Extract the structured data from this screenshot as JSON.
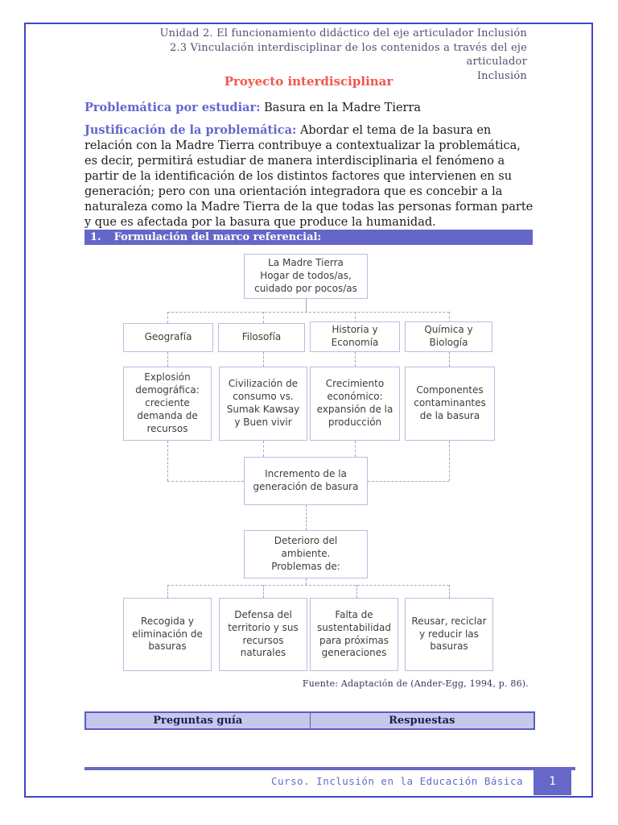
{
  "colors": {
    "frame_border": "#4444cc",
    "accent_purple": "#6567c8",
    "label_purple": "#6466cc",
    "title_red": "#f0564d",
    "header_text": "#50506e",
    "body_text": "#1c1c1c",
    "diagram_box_border": "#bcbcdf",
    "connector": "#a2a2c0",
    "table_header_bg": "#c7c7eb",
    "table_border": "#5b5bc4"
  },
  "header": {
    "line1": "Unidad 2. El funcionamiento didáctico del eje articulador Inclusión",
    "line2": "2.3 Vinculación interdisciplinar de los contenidos a través del eje articulador",
    "line3": "Inclusión"
  },
  "title": "Proyecto interdisciplinar",
  "problem": {
    "label": "Problemática por estudiar:",
    "value": " Basura en la Madre Tierra"
  },
  "justification": {
    "label": "Justificación de la problemática:",
    "text": " Abordar el tema de la basura en relación con la Madre Tierra contribuye a contextualizar la problemática, es decir, permitirá estudiar de manera interdisciplinaria el fenómeno a partir de la identificación de los distintos factores que intervienen en su generación; pero con una orientación integradora que es concebir a la naturaleza como la Madre Tierra de la que todas las personas forman parte y que es afectada por la basura que produce la humanidad."
  },
  "section": {
    "number": "1.",
    "title": "Formulación del marco referencial:"
  },
  "diagram": {
    "root_lines": [
      "La Madre Tierra",
      "Hogar de todos/as,",
      "cuidado por pocos/as"
    ],
    "disciplines": [
      "Geografía",
      "Filosofía",
      "Historia y Economía",
      "Química y Biología"
    ],
    "factors": [
      "Explosión demográfica: creciente demanda de recursos",
      "Civilización de consumo vs. Sumak Kawsay y Buen vivir",
      "Crecimiento económico: expansión de la producción",
      "Componentes contaminantes de la basura"
    ],
    "increment_lines": [
      "Incremento de la",
      "generación de basura"
    ],
    "deterioration_lines": [
      "Deterioro del ambiente.",
      "Problemas de:"
    ],
    "problems": [
      "Recogida y eliminación de basuras",
      "Defensa del territorio y sus recursos naturales",
      "Falta de sustentabilidad para próximas generaciones",
      "Reusar, reciclar y reducir las basuras"
    ]
  },
  "source_note": "Fuente: Adaptación de (Ander-Egg, 1994, p. 86).",
  "table": {
    "col1": "Preguntas guía",
    "col2": "Respuestas"
  },
  "footer": {
    "course": "Curso. Inclusión en la Educación Básica",
    "page": "1"
  }
}
